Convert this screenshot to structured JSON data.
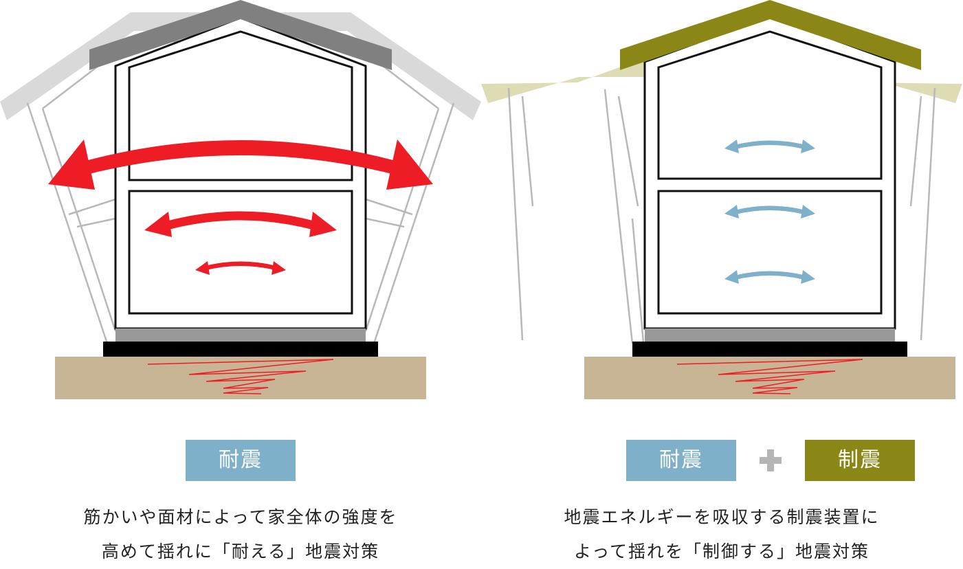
{
  "left": {
    "badge": "耐震",
    "caption_line1": "筋かいや面材によって家全体の強度を",
    "caption_line2": "高めて揺れに「耐える」地震対策"
  },
  "right": {
    "badge_1": "耐震",
    "badge_2": "制震",
    "caption_line1": "地震エネルギーを吸収する制震装置に",
    "caption_line2": "よって揺れを「制御する」地震対策"
  },
  "colors": {
    "arrow_red": "#ee1c25",
    "arrow_blue": "#7fb0c9",
    "roof_gray": "#808080",
    "roof_olive": "#8a8716",
    "ground": "#c8b596",
    "badge_blue": "#7fb0c9",
    "badge_olive": "#8a8716"
  }
}
